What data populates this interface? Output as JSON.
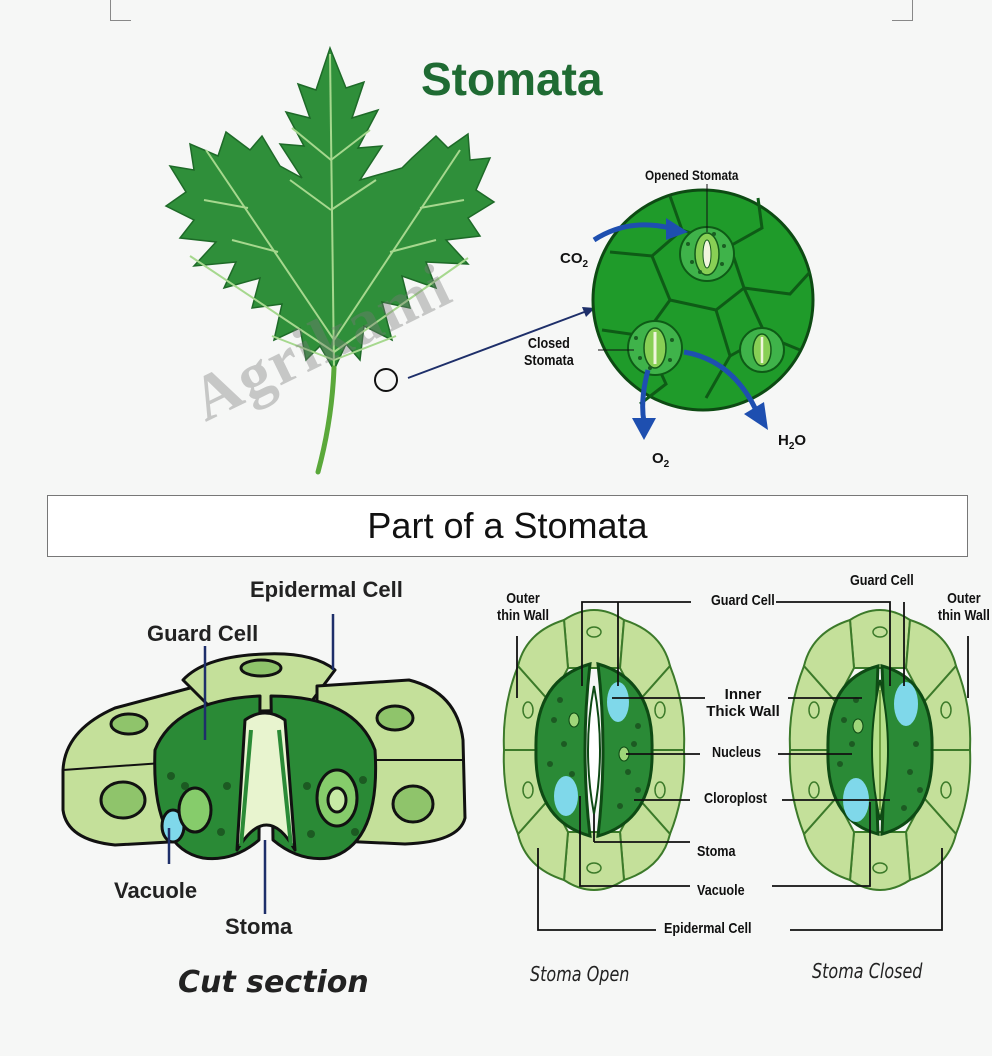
{
  "title": "Stomata",
  "watermark": "Agrikami",
  "top_diagram": {
    "opened_label": "Opened Stomata",
    "closed_label_line1": "Closed",
    "closed_label_line2": "Stomata",
    "co2": "CO",
    "o2": "O",
    "h2o_h": "H",
    "h2o_o": "O",
    "sub2": "2"
  },
  "section_title": "Part of a Stomata",
  "cut_section": {
    "labels": {
      "epidermal_cell": "Epidermal Cell",
      "guard_cell": "Guard Cell",
      "vacuole": "Vacuole",
      "stoma": "Stoma"
    },
    "caption": "Cut section"
  },
  "open_closed": {
    "outer_wall_left_1": "Outer",
    "outer_wall_left_2": "thin Wall",
    "outer_wall_right_1": "Outer",
    "outer_wall_right_2": "thin Wall",
    "guard_cell_center": "Guard Cell",
    "guard_cell_top": "Guard Cell",
    "inner_wall_1": "Inner",
    "inner_wall_2": "Thick Wall",
    "nucleus": "Nucleus",
    "cloroplost": "Cloroplost",
    "stoma": "Stoma",
    "vacuole": "Vacuole",
    "epidermal_cell": "Epidermal Cell",
    "caption_open": "Stoma Open",
    "caption_closed": "Stoma Closed"
  },
  "colors": {
    "title_green": "#1f6b33",
    "leaf_green": "#2f8f3a",
    "cell_light": "#c4e09a",
    "guard_dark": "#2a8a36",
    "vacuole_blue": "#7fd8ea",
    "arrow_blue": "#1e4fb0"
  }
}
